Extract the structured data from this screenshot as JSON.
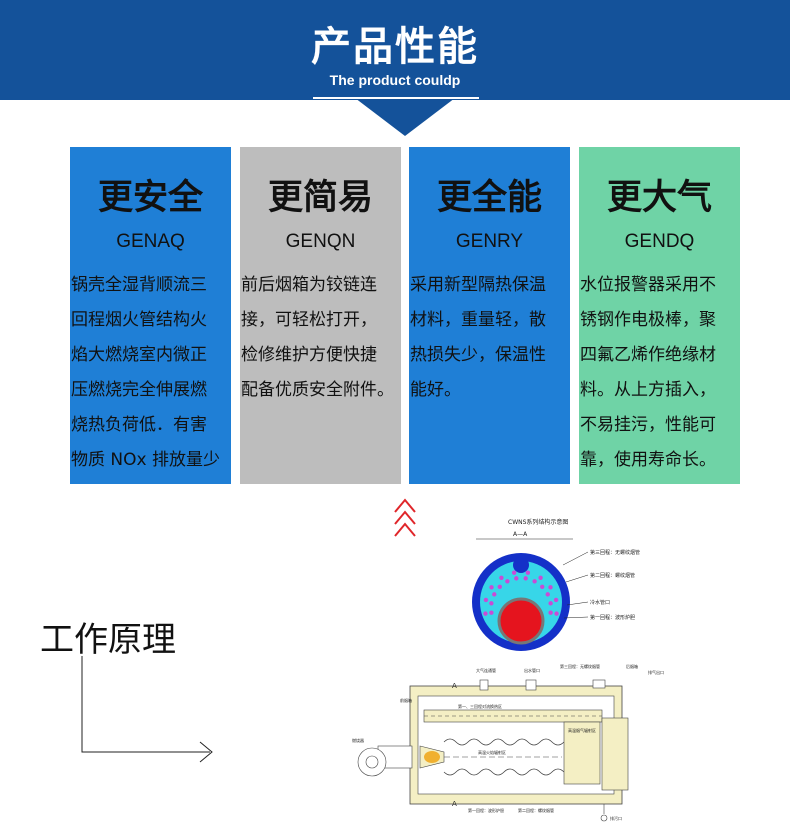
{
  "header": {
    "title": "产品性能",
    "subtitle": "The product couldp"
  },
  "cards": [
    {
      "title": "更安全",
      "code": "GENAQ",
      "bg": "#1f7fd6",
      "lines": [
        "锅壳全湿背顺流三",
        "回程烟火管结构火",
        "焰大燃烧室内微正",
        "压燃烧完全伸展燃",
        "烧热负荷低．有害",
        "物质 NOx 排放量少"
      ]
    },
    {
      "title": "更简易",
      "code": "GENQN",
      "bg": "#bdbdbd",
      "lines": [
        "前后烟箱为铰链连",
        "接，可轻松打开，",
        "检修维护方便快捷",
        "配备优质安全附件。"
      ]
    },
    {
      "title": "更全能",
      "code": "GENRY",
      "bg": "#1f7fd6",
      "lines": [
        "采用新型隔热保温",
        "材料，重量轻，散",
        "热损失少，保温性",
        "能好。"
      ]
    },
    {
      "title": "更大气",
      "code": "GENDQ",
      "bg": "#6fd3a6",
      "lines": [
        "水位报警器采用不",
        "锈钢作电极棒，聚",
        "四氟乙烯作绝缘材",
        "料。从上方插入，",
        "不易挂污，性能可",
        "靠，使用寿命长。"
      ]
    }
  ],
  "section": {
    "title": "工作原理"
  },
  "diagram": {
    "top_title": "CWNS系列结构示意图",
    "section_label": "A—A",
    "top_labels": [
      "第三回程：无螺纹烟管",
      "第二回程：螺纹烟管",
      "第一回程：波形炉胆",
      "冷水管口"
    ],
    "main_labels": [
      "大气连通管",
      "出水管口",
      "第三回程：无螺纹烟管",
      "后烟箱",
      "排气出口",
      "前烟箱",
      "燃烧器",
      "第一、三回程对流换热区",
      "高温火焰辐射区",
      "高温烟气辐射区",
      "第一回程：波形炉胆",
      "第二回程：螺纹烟管",
      "排污口"
    ],
    "letters": [
      "A",
      "A"
    ],
    "colors": {
      "shell": "#1430c8",
      "water": "#37d6e8",
      "furnace": "#e5141e",
      "tubes": "#c94bd6",
      "insulation": "#f4efc4"
    }
  }
}
